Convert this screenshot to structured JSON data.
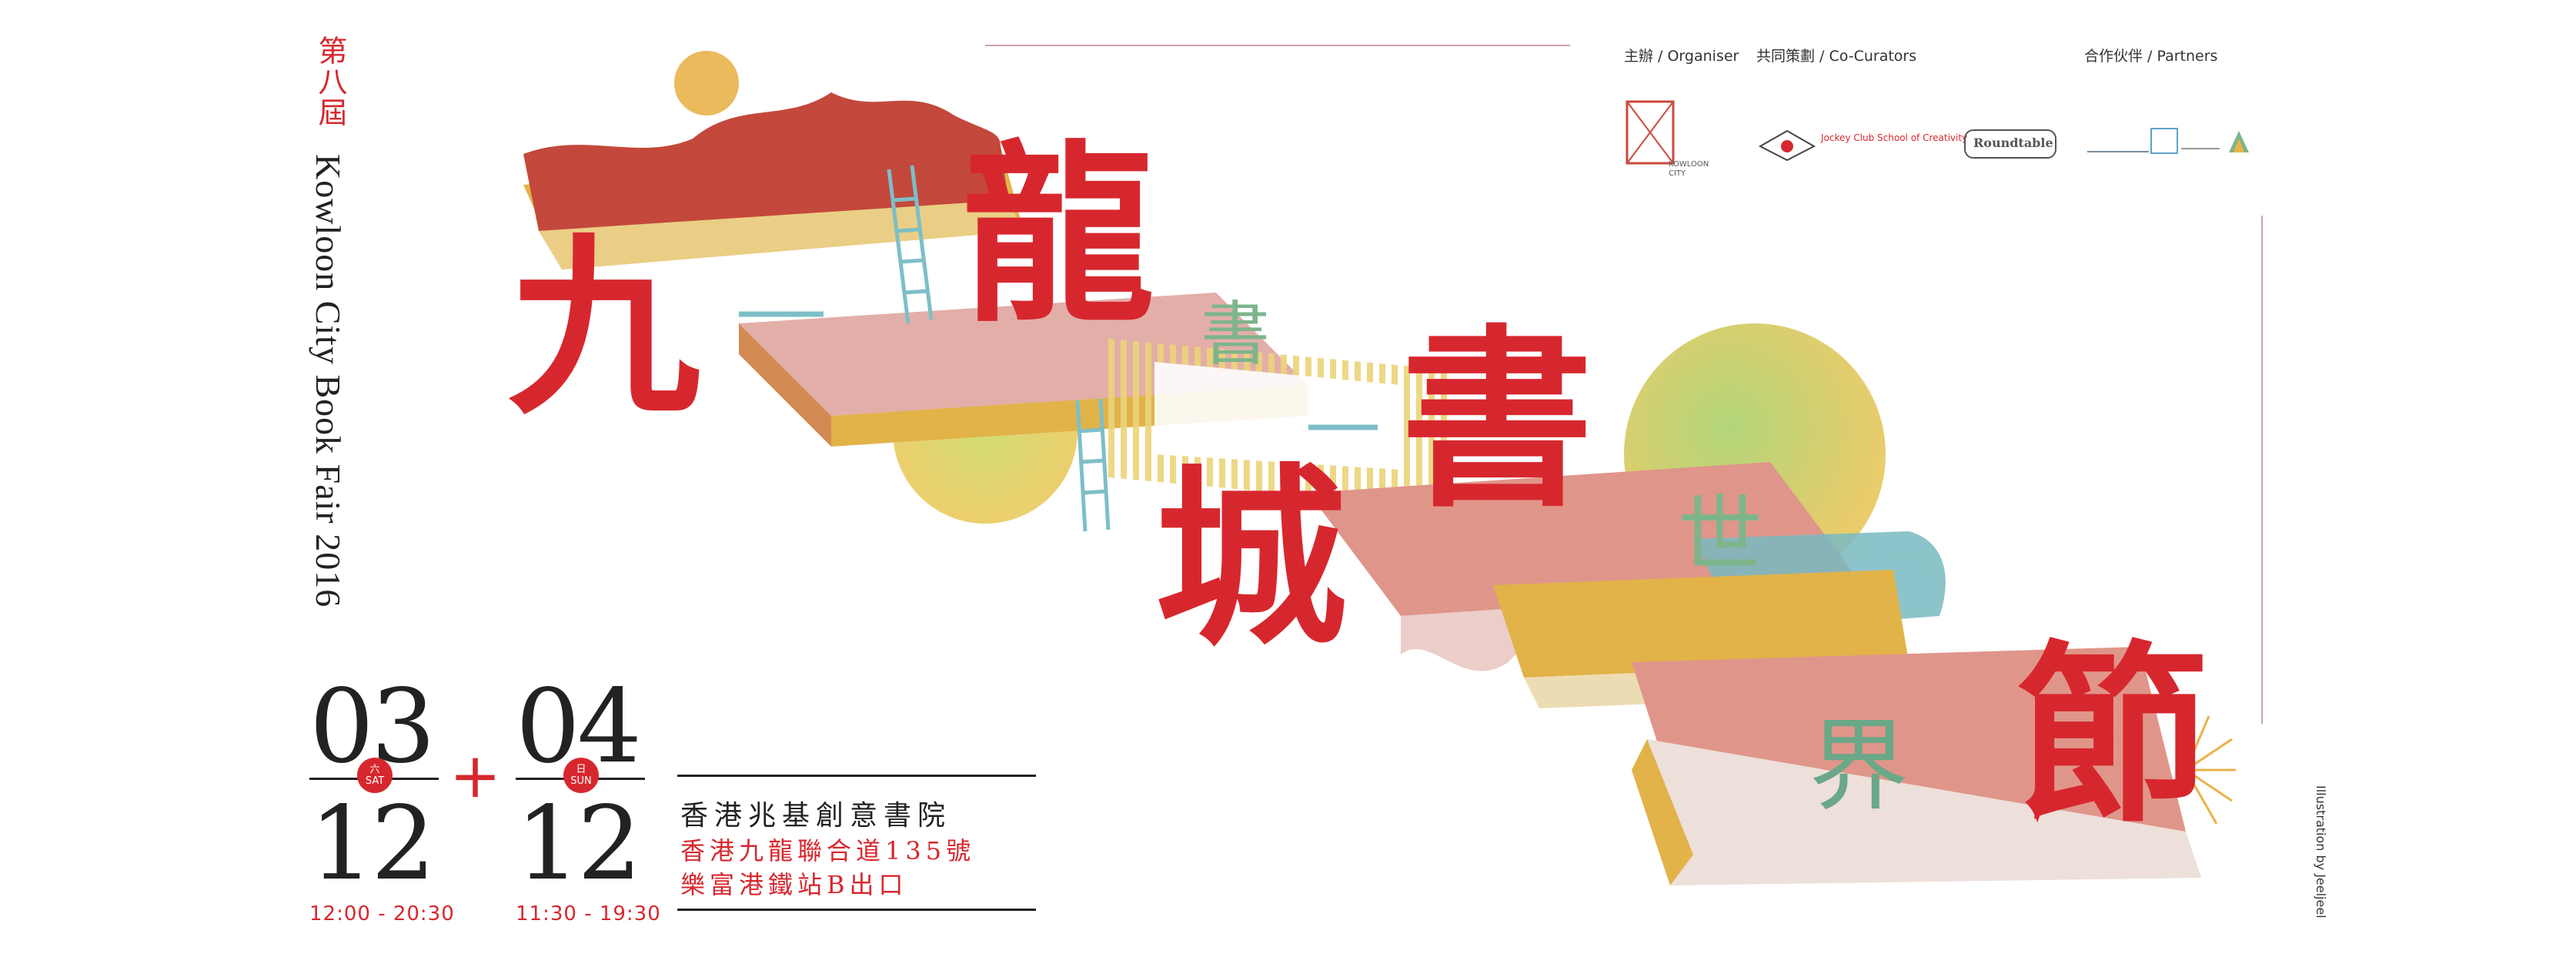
{
  "poster": {
    "edition": "第八屆",
    "title_en": "Kowloon City Book Fair 2016",
    "headline_chars": [
      "九",
      "龍",
      "城",
      "書",
      "節"
    ],
    "accent_chars": [
      "書",
      "世",
      "界"
    ]
  },
  "dates": [
    {
      "day": "03",
      "month": "12",
      "weekday_zh": "六",
      "weekday_en": "SAT",
      "hours": "12:00 - 20:30"
    },
    {
      "day": "04",
      "month": "12",
      "weekday_zh": "日",
      "weekday_en": "SUN",
      "hours": "11:30 - 19:30"
    }
  ],
  "plus": "+",
  "venue": {
    "name": "香港兆基創意書院",
    "address": "香港九龍聯合道135號",
    "transport": "樂富港鐵站B出口"
  },
  "credits": {
    "organiser": "主辦 / Organiser",
    "co_curators": "共同策劃 / Co-Curators",
    "partners": "合作伙伴 / Partners",
    "illustration": "Illustration by Jeeljeel",
    "organiser_logo_text": "KOWLOON CITY",
    "school_logo_text": "Jockey Club School of Creativity",
    "roundtable_logo_text": "Roundtable"
  },
  "colors": {
    "accent_red": "#d7272e",
    "brick": "#c94a3e",
    "mustard": "#e8b84a",
    "pink": "#e9b3ad",
    "teal": "#7dbfc7",
    "green": "#9cc65a",
    "rule": "#c9a3b8"
  }
}
